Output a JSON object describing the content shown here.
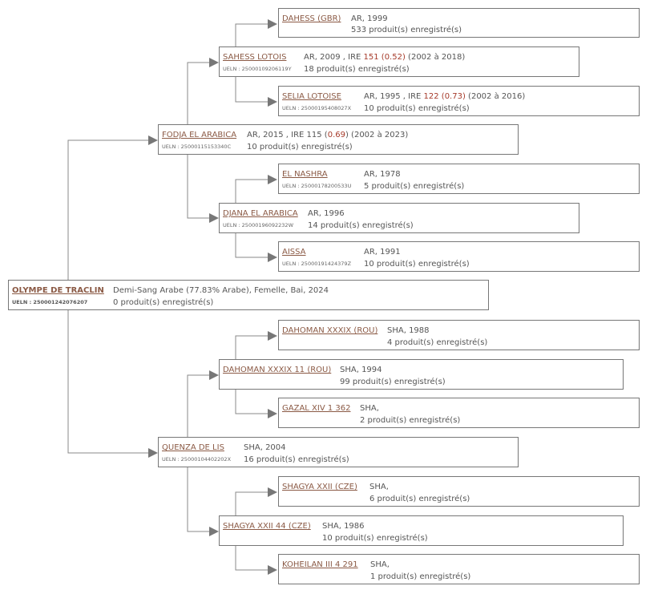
{
  "root": {
    "name": "OLYMPE DE TRACLIN",
    "ueln": "UELN : 250001242076207",
    "info": "Demi-Sang Arabe (77.83% Arabe), Femelle, Bai, 2024",
    "produits": "0 produit(s) enregistré(s)"
  },
  "sire": {
    "name": "FODJA EL ARABICA",
    "ueln": "UELN : 25000115153340C",
    "info_pre": "AR, 2015 , IRE 115 (",
    "info_red": "0.69",
    "info_post": ") (2002 à 2023)",
    "produits": "10 produit(s) enregistré(s)"
  },
  "sire_sire": {
    "name": "SAHESS LOTOIS",
    "ueln": "UELN : 25000109206119Y",
    "info_pre": "AR, 2009 , IRE ",
    "info_red": "151 (0.52)",
    "info_post": " (2002 à 2018)",
    "produits": "18 produit(s) enregistré(s)"
  },
  "sss": {
    "name": "DAHESS (GBR)",
    "info": "AR, 1999",
    "produits": "533 produit(s) enregistré(s)"
  },
  "ssd": {
    "name": "SELIA LOTOISE",
    "ueln": "UELN : 25000195408027X",
    "info_pre": "AR, 1995 , IRE ",
    "info_red": "122 (0.73)",
    "info_post": " (2002 à 2016)",
    "produits": "10 produit(s) enregistré(s)"
  },
  "sire_dam": {
    "name": "DJANA EL ARABICA",
    "ueln": "UELN : 25000196092232W",
    "info": "AR, 1996",
    "produits": "14 produit(s) enregistré(s)"
  },
  "sds": {
    "name": "EL NASHRA",
    "ueln": "UELN : 25000178200533U",
    "info": "AR, 1978",
    "produits": "5 produit(s) enregistré(s)"
  },
  "sdd": {
    "name": "AISSA",
    "ueln": "UELN : 25000191424379Z",
    "info": "AR, 1991",
    "produits": "10 produit(s) enregistré(s)"
  },
  "dam": {
    "name": "QUENZA DE LIS",
    "ueln": "UELN : 25000104402202X",
    "info": "SHA, 2004",
    "produits": "16 produit(s) enregistré(s)"
  },
  "dam_sire": {
    "name": "DAHOMAN XXXIX 11 (ROU)",
    "info": "SHA, 1994",
    "produits": "99 produit(s) enregistré(s)"
  },
  "dss": {
    "name": "DAHOMAN XXXIX (ROU)",
    "info": "SHA, 1988",
    "produits": "4 produit(s) enregistré(s)"
  },
  "dsd": {
    "name": "GAZAL XIV 1 362",
    "info": "SHA,",
    "produits": "2 produit(s) enregistré(s)"
  },
  "dam_dam": {
    "name": "SHAGYA XXII 44 (CZE)",
    "info": "SHA, 1986",
    "produits": "10 produit(s) enregistré(s)"
  },
  "dds": {
    "name": "SHAGYA XXII (CZE)",
    "info": "SHA,",
    "produits": "6 produit(s) enregistré(s)"
  },
  "ddd": {
    "name": "KOHEILAN III 4 291",
    "info": "SHA,",
    "produits": "1 produit(s) enregistré(s)"
  }
}
